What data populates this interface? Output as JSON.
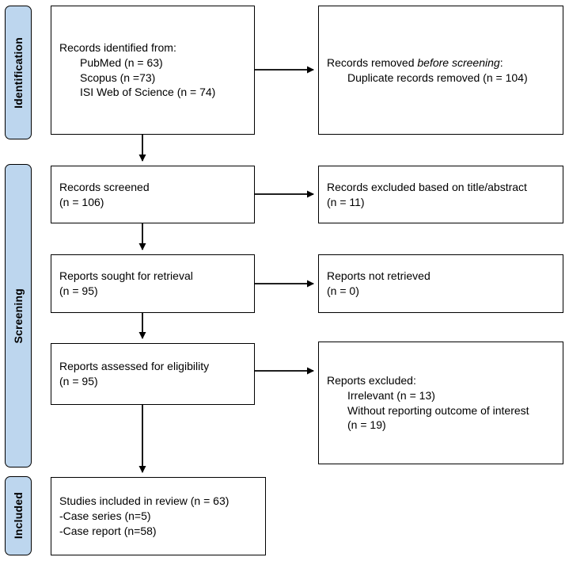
{
  "diagram_type": "prisma-flow",
  "colors": {
    "stage_fill": "#BDD6EE",
    "border": "#000000",
    "background": "#FFFFFF"
  },
  "sidebar": {
    "identification": "Identification",
    "screening": "Screening",
    "included": "Included"
  },
  "boxes": {
    "records_identified": {
      "lines": [
        "Records identified from:",
        "PubMed (n = 63)",
        "Scopus (n =73)",
        "ISI Web of Science (n = 74)"
      ]
    },
    "records_removed": {
      "prefix": "Records removed ",
      "italic": "before screening",
      "suffix": ":",
      "line2": "Duplicate records removed (n = 104)"
    },
    "records_screened": {
      "lines": [
        "Records screened",
        "(n = 106)"
      ]
    },
    "records_excluded_title_abstract": {
      "lines": [
        "Records excluded based on title/abstract",
        "(n = 11)"
      ]
    },
    "reports_sought": {
      "lines": [
        "Reports sought for retrieval",
        "(n = 95)"
      ]
    },
    "reports_not_retrieved": {
      "lines": [
        "Reports not retrieved",
        "(n = 0)"
      ]
    },
    "reports_assessed": {
      "lines": [
        "Reports assessed for eligibility",
        "(n = 95)"
      ]
    },
    "reports_excluded": {
      "lines": [
        "Reports excluded:",
        "Irrelevant (n = 13)",
        "Without reporting outcome of interest",
        "(n = 19)"
      ]
    },
    "studies_included": {
      "lines": [
        "Studies included in review (n = 63)",
        "-Case series (n=5)",
        "-Case report (n=58)"
      ]
    }
  }
}
